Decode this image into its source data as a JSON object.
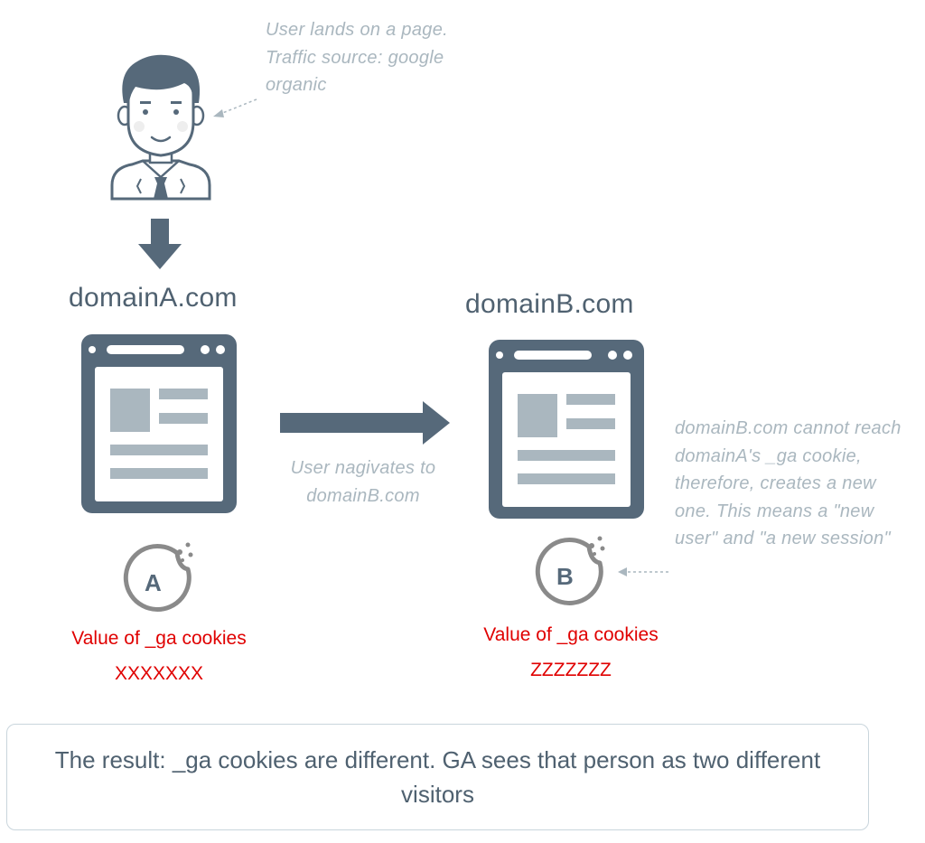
{
  "user_note": "User lands on a page. Traffic source: google organic",
  "domain_a": {
    "title": "domainA.com",
    "cookie_letter": "A",
    "cookie_label": "Value of _ga cookies",
    "cookie_value": "XXXXXXX"
  },
  "domain_b": {
    "title": "domainB.com",
    "cookie_letter": "B",
    "cookie_label": "Value of _ga cookies",
    "cookie_value": "ZZZZZZZ"
  },
  "navigate_note": "User nagivates to domainB.com",
  "domain_b_note": "domainB.com cannot reach domainA's _ga cookie, therefore, creates a new one. This means a \"new user\" and \"a new session\"",
  "result": "The result: _ga cookies are different. GA sees that person as two different visitors",
  "colors": {
    "primary": "#56697a",
    "light": "#aab7bf",
    "cookie": "#8a8a8a",
    "alert": "#e00000"
  }
}
